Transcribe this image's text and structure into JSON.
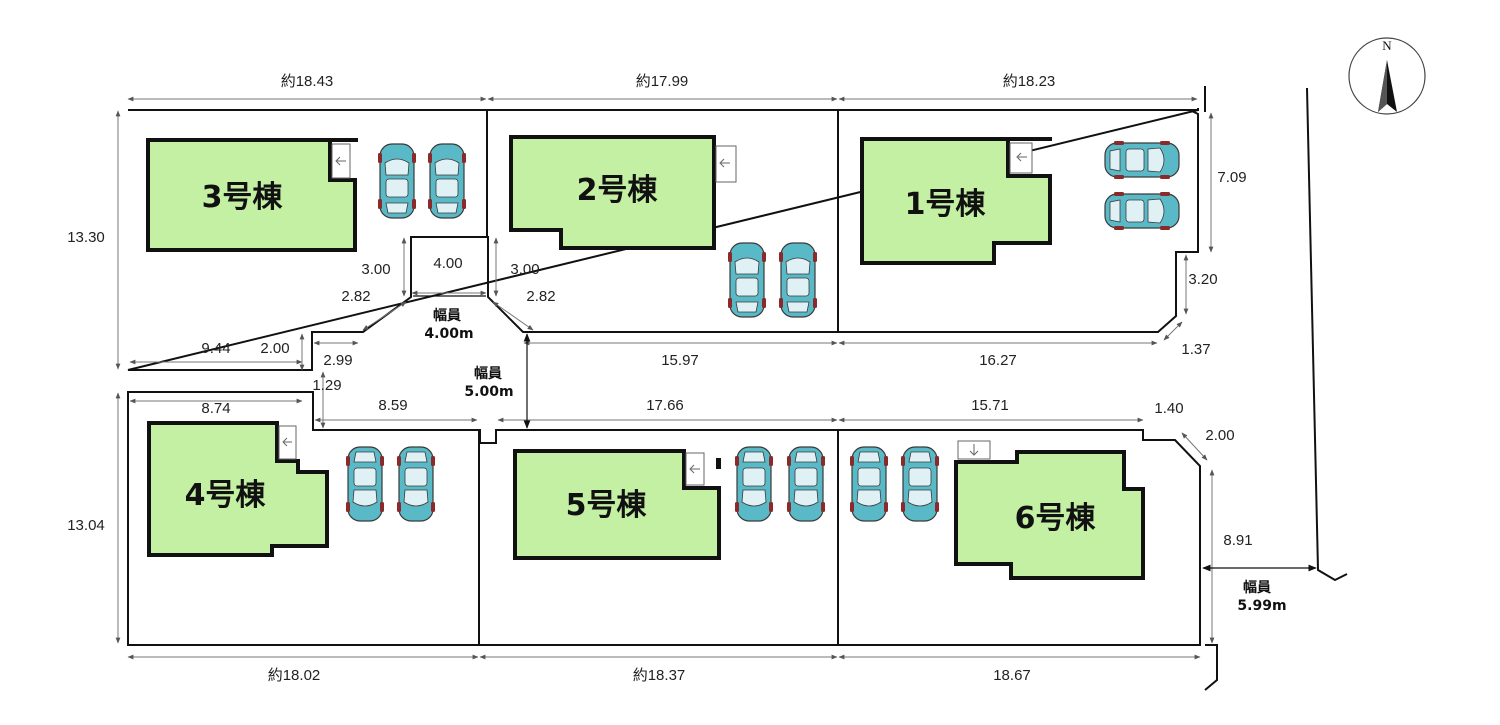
{
  "compass": {
    "label": "N"
  },
  "houses": [
    {
      "id": "h3",
      "label": "3号棟"
    },
    {
      "id": "h2",
      "label": "2号棟"
    },
    {
      "id": "h1",
      "label": "1号棟"
    },
    {
      "id": "h4",
      "label": "4号棟"
    },
    {
      "id": "h5",
      "label": "5号棟"
    },
    {
      "id": "h6",
      "label": "6号棟"
    }
  ],
  "roads": {
    "cul_de_sac_line1": "幅員",
    "cul_de_sac_line2": "4.00m",
    "main_line1": "幅員",
    "main_line2": "5.00m",
    "east_line1": "幅員",
    "east_line2": "5.99m"
  },
  "dimensions": {
    "top_3": "約18.43",
    "top_2": "約17.99",
    "top_1": "約18.23",
    "right_upper": "7.09",
    "left_upper": "13.30",
    "cut_width": "4.00",
    "cut_left_depth": "3.00",
    "cut_right_depth": "3.00",
    "cut_left_diag": "2.82",
    "cut_right_diag": "2.82",
    "right_notch": "3.20",
    "lot3_bottom": "9.44",
    "lot3_step": "2.00",
    "lot3_step_w": "2.99",
    "lot2_bottom": "15.97",
    "lot1_bottom": "16.27",
    "corner_ne": "1.37",
    "gap_129": "1.29",
    "lot4_top": "8.74",
    "lot4_top2": "8.59",
    "lot5_top": "17.66",
    "lot6_top": "15.71",
    "lot6_step": "1.40",
    "corner_se": "2.00",
    "right_lower": "8.91",
    "left_lower": "13.04",
    "bottom_4": "約18.02",
    "bottom_5": "約18.37",
    "bottom_6": "18.67"
  }
}
